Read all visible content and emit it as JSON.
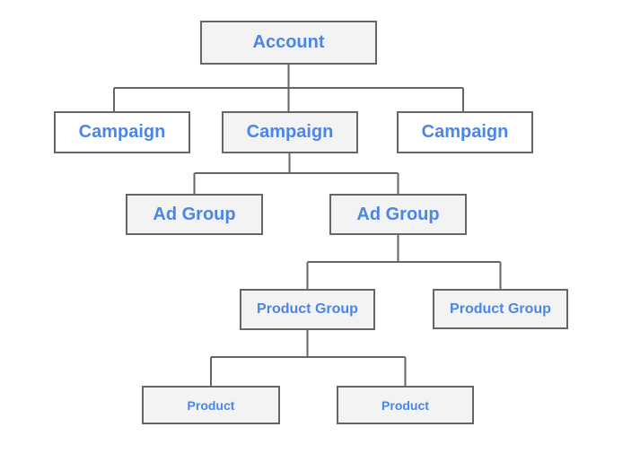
{
  "diagram": {
    "type": "org-hierarchy-tree",
    "nodes": {
      "account": {
        "label": "Account",
        "fill": "gray"
      },
      "campaign_left": {
        "label": "Campaign",
        "fill": "white"
      },
      "campaign_middle": {
        "label": "Campaign",
        "fill": "gray"
      },
      "campaign_right": {
        "label": "Campaign",
        "fill": "white"
      },
      "ad_group_left": {
        "label": "Ad Group",
        "fill": "gray"
      },
      "ad_group_right": {
        "label": "Ad Group",
        "fill": "gray"
      },
      "product_group_left": {
        "label": "Product Group",
        "fill": "gray"
      },
      "product_group_right": {
        "label": "Product Group",
        "fill": "gray"
      },
      "product_left": {
        "label": "Product",
        "fill": "gray"
      },
      "product_right": {
        "label": "Product",
        "fill": "gray"
      }
    },
    "edges": [
      {
        "from": "account",
        "to": [
          "campaign_left",
          "campaign_middle",
          "campaign_right"
        ]
      },
      {
        "from": "campaign_middle",
        "to": [
          "ad_group_left",
          "ad_group_right"
        ]
      },
      {
        "from": "ad_group_right",
        "to": [
          "product_group_left",
          "product_group_right"
        ]
      },
      {
        "from": "product_group_left",
        "to": [
          "product_left",
          "product_right"
        ]
      }
    ]
  },
  "colors": {
    "label_blue": "#4a86e8",
    "box_border_gray": "#666666",
    "box_fill_gray": "#f3f3f3",
    "box_fill_white": "#ffffff",
    "connector_gray": "#666666",
    "background": "#ffffff"
  }
}
